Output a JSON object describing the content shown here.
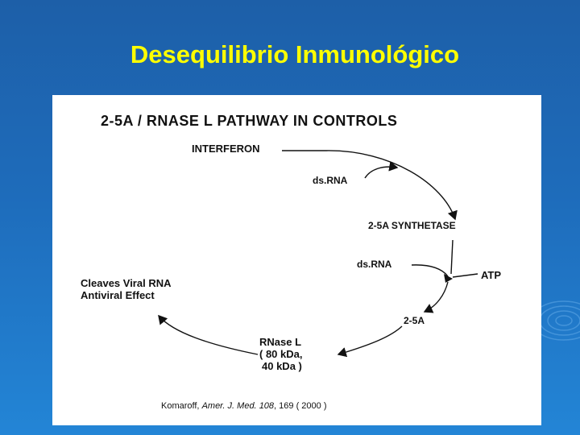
{
  "slide": {
    "title": "Desequilibrio Inmunológico"
  },
  "diagram": {
    "heading": "2-5A / RNASE  L  PATHWAY  IN  CONTROLS",
    "nodes": {
      "interferon": "INTERFERON",
      "dsrna_first": "ds.RNA",
      "synthetase": "2-5A  SYNTHETASE",
      "dsrna_second": "ds.RNA",
      "atp": "ATP",
      "two_five_a": "2-5A",
      "effect_lines": [
        "Cleaves  Viral  RNA",
        "Antiviral  Effect"
      ],
      "rnase_lines": [
        "RNase  L",
        "( 80  kDa,",
        "40  kDa )"
      ]
    },
    "citation": {
      "author": "Komaroff,",
      "journal": "Amer.  J.  Med.",
      "volume": "108",
      "page": ", 169",
      "year": "( 2000 )"
    }
  },
  "colors": {
    "background_top": "#1d5fa8",
    "background_bottom": "#2385d6",
    "title": "#ffff00",
    "panel": "#ffffff",
    "ink": "#111111"
  }
}
